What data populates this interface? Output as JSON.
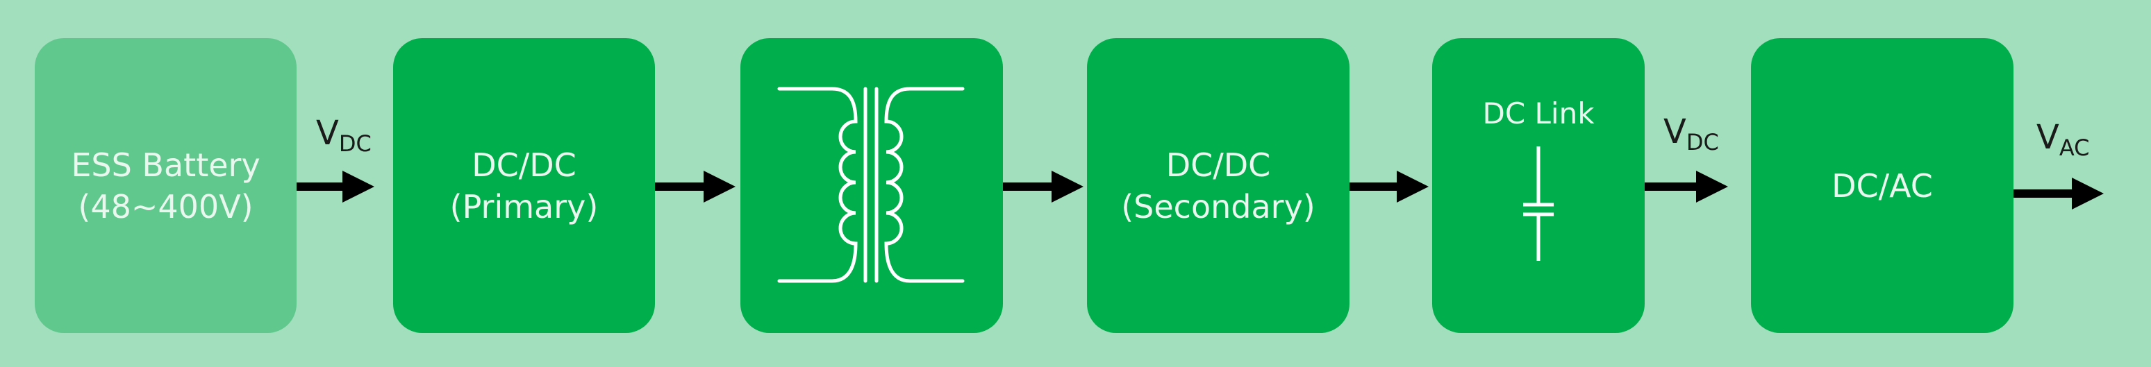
{
  "blocks": [
    {
      "id": "ess-battery",
      "label": "ESS Battery\n(48~400V)"
    },
    {
      "id": "dcdc-primary",
      "label": "DC/DC\n(Primary)"
    },
    {
      "id": "transformer",
      "label": ""
    },
    {
      "id": "dcdc-secondary",
      "label": "DC/DC\n(Secondary)"
    },
    {
      "id": "dc-link",
      "label": "DC Link"
    },
    {
      "id": "dcac",
      "label": "DC/AC"
    }
  ],
  "voltage_labels": [
    {
      "main": "V",
      "sub": "DC"
    },
    {
      "main": "V",
      "sub": "DC"
    },
    {
      "main": "V",
      "sub": "AC"
    }
  ],
  "colors": {
    "background": "#a2dfbd",
    "block_dark": "#00ae4c",
    "block_light": "#60c78d",
    "arrow": "#000000",
    "symbol_stroke": "#ffffff"
  }
}
